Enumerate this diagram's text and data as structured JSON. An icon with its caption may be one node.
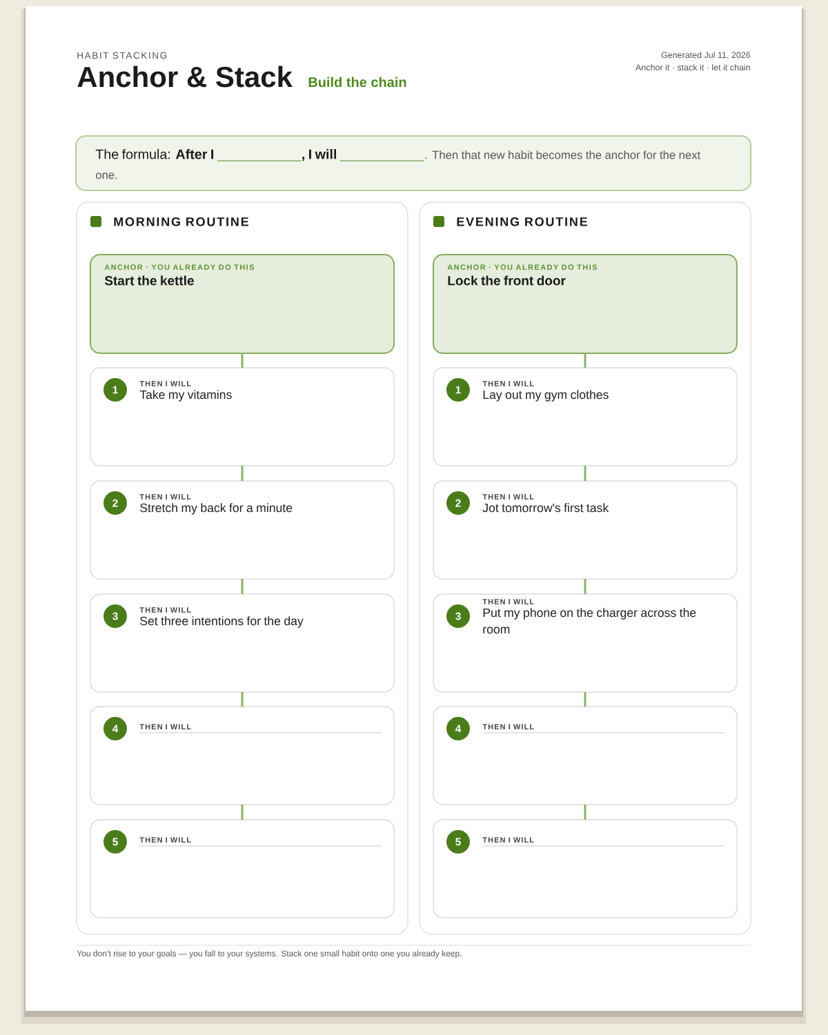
{
  "diagram": {
    "title": "Anchor & Stack",
    "nodes": [
      {
        "text": [
          "The formula: **After I**",
          ", I will",
          ". Then that new habit becomes the anchor for the next one."
        ]
      },
      {
        "text": [
          "MORNING ROUTINE"
        ]
      },
      {
        "text": [
          "ANCHOR · YOU ALREADY DO THIS",
          "Start the kettle"
        ],
        "in": 1
      },
      {
        "text": [
          "THEN I WILL",
          "Take my vitamins"
        ],
        "in": 1
      },
      {
        "text": [
          "1"
        ],
        "in": 3
      },
      {
        "text": [
          "THEN I WILL",
          "Stretch my back for a minute"
        ],
        "in": 1
      },
      {
        "text": [
          "2"
        ],
        "in": 5
      },
      {
        "text": [
          "THEN I WILL",
          "Set three intentions for the day"
        ],
        "in": 1
      },
      {
        "text": [
          "3"
        ],
        "in": 7
      },
      {
        "text": [
          "THEN I WILL"
        ],
        "in": 1
      },
      {
        "text": [
          "4"
        ],
        "in": 9
      },
      {
        "text": [
          "THEN I WILL"
        ],
        "in": 1
      },
      {
        "text": [
          "5"
        ],
        "in": 11
      },
      {
        "text": [
          "EVENING ROUTINE"
        ]
      },
      {
        "text": [
          "ANCHOR · YOU ALREADY DO THIS",
          "Lock the front door"
        ],
        "in": 13
      },
      {
        "text": [
          "THEN I WILL",
          "Lay out my gym clothes"
        ],
        "in": 13
      },
      {
        "text": [
          "1"
        ],
        "in": 15
      },
      {
        "text": [
          "THEN I WILL",
          "Jot tomorrow's first task"
        ],
        "in": 13
      },
      {
        "text": [
          "2"
        ],
        "in": 17
      },
      {
        "text": [
          "THEN I WILL",
          "Put my phone on the charger across the room"
        ],
        "in": 13
      },
      {
        "text": [
          "3"
        ],
        "in": 19
      },
      {
        "text": [
          "THEN I WILL"
        ],
        "in": 13
      },
      {
        "text": [
          "4"
        ],
        "in": 21
      },
      {
        "text": [
          "THEN I WILL"
        ],
        "in": 13
      },
      {
        "text": [
          "5"
        ],
        "in": 23
      }
    ],
    "edges": [
      {
        "from": 2,
        "to": 3,
        "arrow": "none"
      },
      {
        "from": 3,
        "to": 5,
        "arrow": "none"
      },
      {
        "from": 5,
        "to": 7,
        "arrow": "none"
      },
      {
        "from": 7,
        "to": 9,
        "arrow": "none"
      },
      {
        "from": 9,
        "to": 11,
        "arrow": "none"
      },
      {
        "from": 14,
        "to": 15,
        "arrow": "none"
      },
      {
        "from": 15,
        "to": 17,
        "arrow": "none"
      },
      {
        "from": 17,
        "to": 19,
        "arrow": "none"
      },
      {
        "from": 19,
        "to": 21,
        "arrow": "none"
      },
      {
        "from": 21,
        "to": 23,
        "arrow": "none"
      }
    ],
    "labels": [
      "HABIT STACKING",
      "Build the chain",
      "Generated Jul 11, 2026",
      "Anchor it · stack it · let it chain",
      "You don’t rise to your goals — you fall to your systems. Stack one small habit onto one you already keep."
    ]
  }
}
